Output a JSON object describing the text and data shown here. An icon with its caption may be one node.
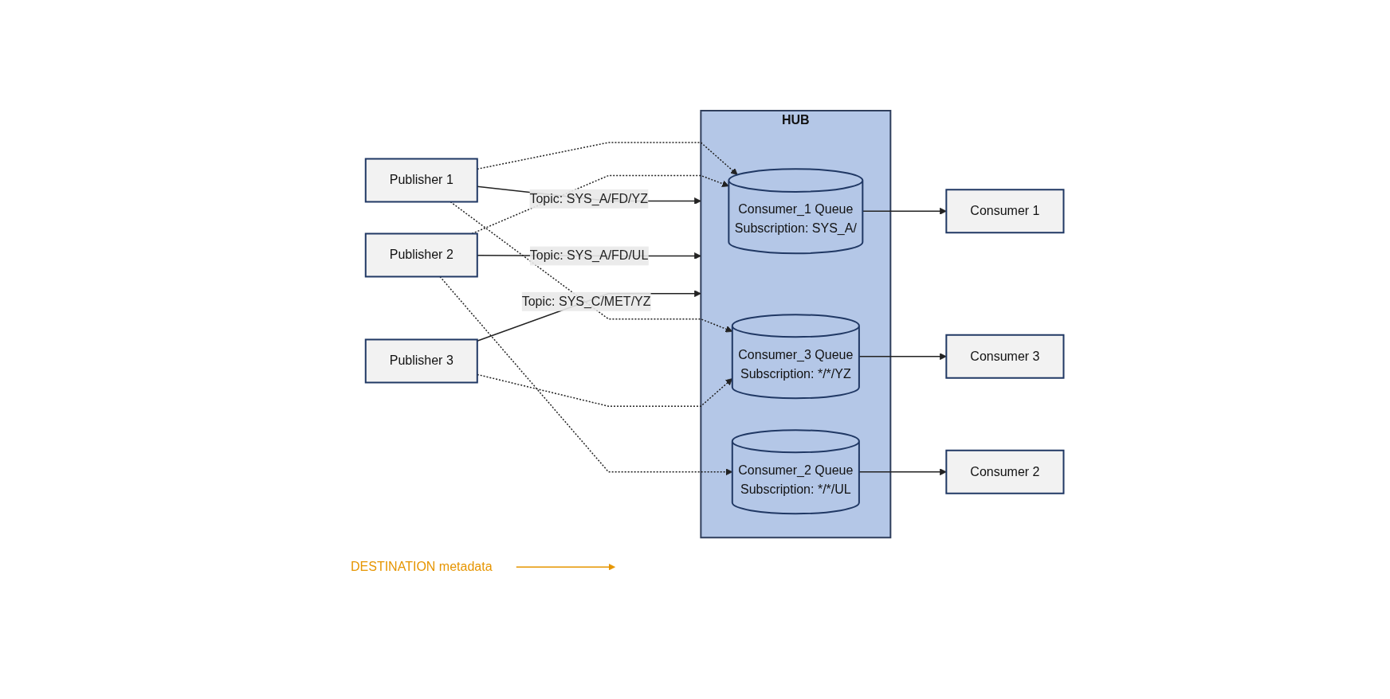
{
  "diagram": {
    "nodes": [
      {
        "text": [
          "Publisher 1"
        ]
      },
      {
        "text": [
          "DESTINATION metadata"
        ]
      },
      {
        "text": [
          "Publisher 2"
        ]
      },
      {
        "text": [
          "Publisher 3"
        ]
      },
      {
        "text": [
          "HUB"
        ]
      },
      {
        "text": [
          "Consumer_1 Queue",
          "Subscription: SYS_A/"
        ],
        "in": 4
      },
      {
        "text": [
          "Consumer_2 Queue",
          "Subscription: */*/UL"
        ],
        "in": 4
      },
      {
        "text": [
          "Consumer_3 Queue",
          "Subscription: */*/YZ"
        ],
        "in": 4
      },
      {
        "text": [
          "Consumer 1"
        ]
      },
      {
        "text": [
          "Consumer 2"
        ]
      },
      {
        "text": [
          "Consumer 3"
        ]
      }
    ],
    "edges": [
      {
        "from": 0,
        "to": 4,
        "arrow": "to",
        "label": "Topic: SYS_A/FD/YZ"
      },
      {
        "from": 2,
        "to": 4,
        "arrow": "to",
        "label": "Topic: SYS_A/FD/UL"
      },
      {
        "from": 3,
        "to": 4,
        "arrow": "to",
        "label": "Topic: SYS_C/MET/YZ"
      },
      {
        "from": 0,
        "to": 5,
        "arrow": "to",
        "style": "dashed"
      },
      {
        "from": 0,
        "to": 7,
        "arrow": "to",
        "style": "dashed"
      },
      {
        "from": 2,
        "to": 5,
        "arrow": "to",
        "style": "dashed"
      },
      {
        "from": 2,
        "to": 6,
        "arrow": "to",
        "style": "dashed"
      },
      {
        "from": 3,
        "to": 7,
        "arrow": "to",
        "style": "dashed"
      },
      {
        "from": 5,
        "to": 8,
        "arrow": "to"
      },
      {
        "from": 6,
        "to": 9,
        "arrow": "to"
      },
      {
        "from": 7,
        "to": 10,
        "arrow": "to"
      },
      {
        "from": 1,
        "to": null,
        "arrow": "to",
        "color": "#e69500"
      }
    ]
  }
}
